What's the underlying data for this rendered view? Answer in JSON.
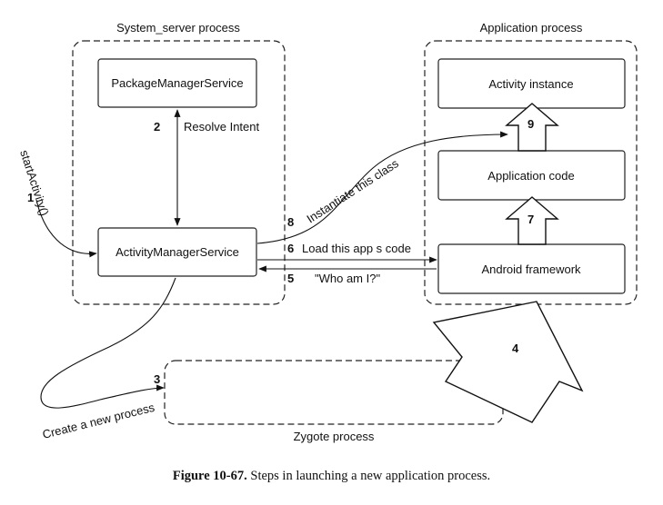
{
  "regions": {
    "system_server": "System_server process",
    "application": "Application process",
    "zygote": "Zygote process"
  },
  "boxes": {
    "package_manager": "PackageManagerService",
    "activity_manager": "ActivityManagerService",
    "activity_instance": "Activity instance",
    "application_code": "Application code",
    "android_framework": "Android framework"
  },
  "steps": {
    "s1": {
      "num": "1",
      "label": "startActivity()"
    },
    "s2": {
      "num": "2",
      "label": "Resolve Intent"
    },
    "s3": {
      "num": "3",
      "label": "Create a new process"
    },
    "s4": {
      "num": "4"
    },
    "s5": {
      "num": "5",
      "label": "\"Who am I?\""
    },
    "s6": {
      "num": "6",
      "label": "Load this app s code"
    },
    "s7": {
      "num": "7"
    },
    "s8": {
      "num": "8",
      "label": "Instantiate this class"
    },
    "s9": {
      "num": "9"
    }
  },
  "caption": {
    "figure": "Figure 10-67.",
    "text": "Steps in launching a new application process."
  }
}
